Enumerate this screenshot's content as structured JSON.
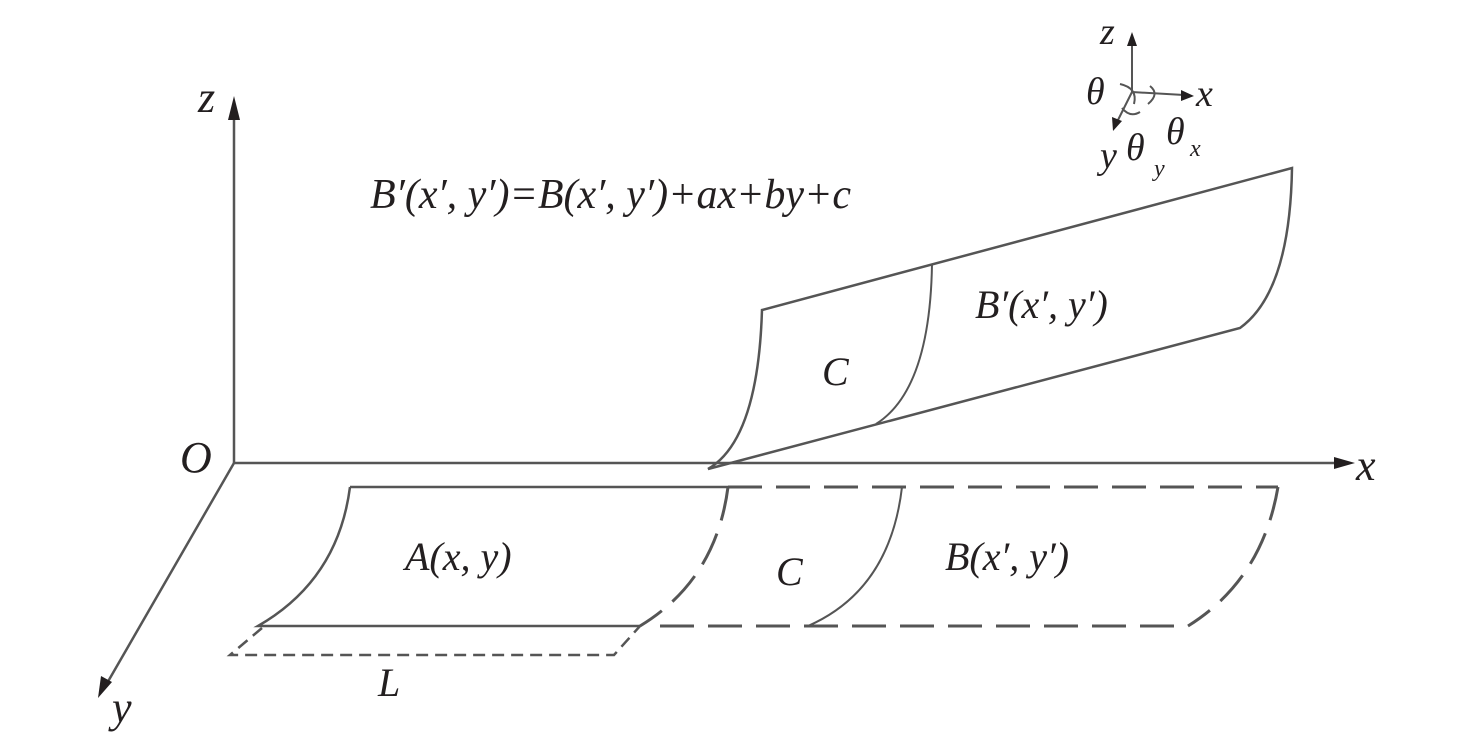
{
  "axes": {
    "z": "z",
    "x": "x",
    "y": "y",
    "origin": "O"
  },
  "equation": "B′(x′, y′)=B(x′, y′)+ax+by+c",
  "surfaces": {
    "a": "A(x, y)",
    "b": "B(x′, y′)",
    "b_prime": "B′(x′, y′)",
    "c_lower": "C",
    "c_upper": "C"
  },
  "length_label": "L",
  "mini_axes": {
    "z": "z",
    "x": "x",
    "y": "y",
    "theta": "θ",
    "theta_y": "θ",
    "theta_y_sub": "y",
    "theta_x": "θ",
    "theta_x_sub": "x"
  },
  "colors": {
    "line": "#555555",
    "text": "#231f20"
  }
}
